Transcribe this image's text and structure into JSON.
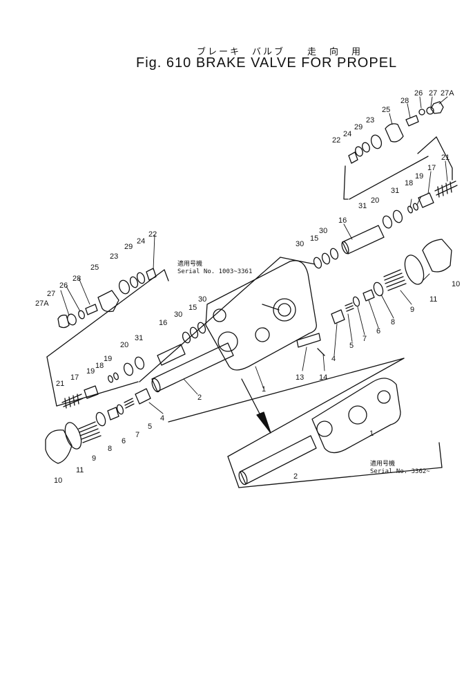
{
  "title": {
    "japanese": "ブレーキ　バルブ　　走　向　用",
    "english": "Fig. 610  BRAKE  VALVE  FOR  PROPEL"
  },
  "notes": {
    "upper": {
      "line1": "適用号機",
      "line2": "Serial No. 1003~3361"
    },
    "lower": {
      "line1": "適用号機",
      "line2": "Serial No. 3362~"
    }
  },
  "part_labels": {
    "a_26": "26",
    "a_27": "27",
    "a_27a": "27A",
    "a_28": "28",
    "a_25": "25",
    "a_23": "23",
    "a_29": "29",
    "a_24": "24",
    "a_22": "22",
    "a_21": "21",
    "a_17": "17",
    "a_19": "19",
    "a_18": "18",
    "a_31": "31",
    "a_20": "20",
    "a_16": "16",
    "a_30a": "30",
    "a_15": "15",
    "a_30b": "30",
    "a_10": "10",
    "a_11": "11",
    "a_9": "9",
    "a_8": "8",
    "a_6": "6",
    "a_7": "7",
    "a_5": "5",
    "a_4": "4",
    "a_13": "13",
    "a_14": "14",
    "b_22": "22",
    "b_29": "29",
    "b_24": "24",
    "b_23": "23",
    "b_25": "25",
    "b_28": "28",
    "b_26": "26",
    "b_27": "27",
    "b_27a": "27A",
    "b_16": "16",
    "b_30a": "30",
    "b_15": "15",
    "b_30b": "30",
    "b_31": "31",
    "b_20": "20",
    "b_19": "19",
    "b_18": "18",
    "b_17": "17",
    "b_21": "21",
    "b_2": "2",
    "b_4": "4",
    "b_5": "5",
    "b_7": "7",
    "b_6": "6",
    "b_8": "8",
    "b_9": "9",
    "b_11": "11",
    "b_10": "10",
    "body_1": "1",
    "c_1": "1",
    "c_2": "2"
  }
}
